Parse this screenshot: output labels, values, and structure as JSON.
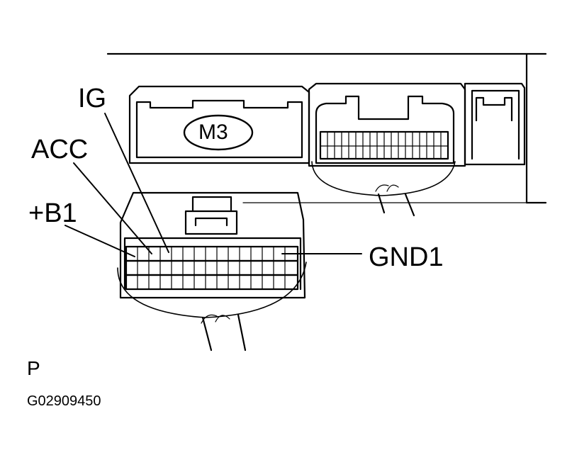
{
  "connector_badge": "M3",
  "callouts": {
    "ig": "IG",
    "acc": "ACC",
    "b1": "+B1",
    "gnd1": "GND1"
  },
  "view_letter": "P",
  "figure_code": "G02909450"
}
